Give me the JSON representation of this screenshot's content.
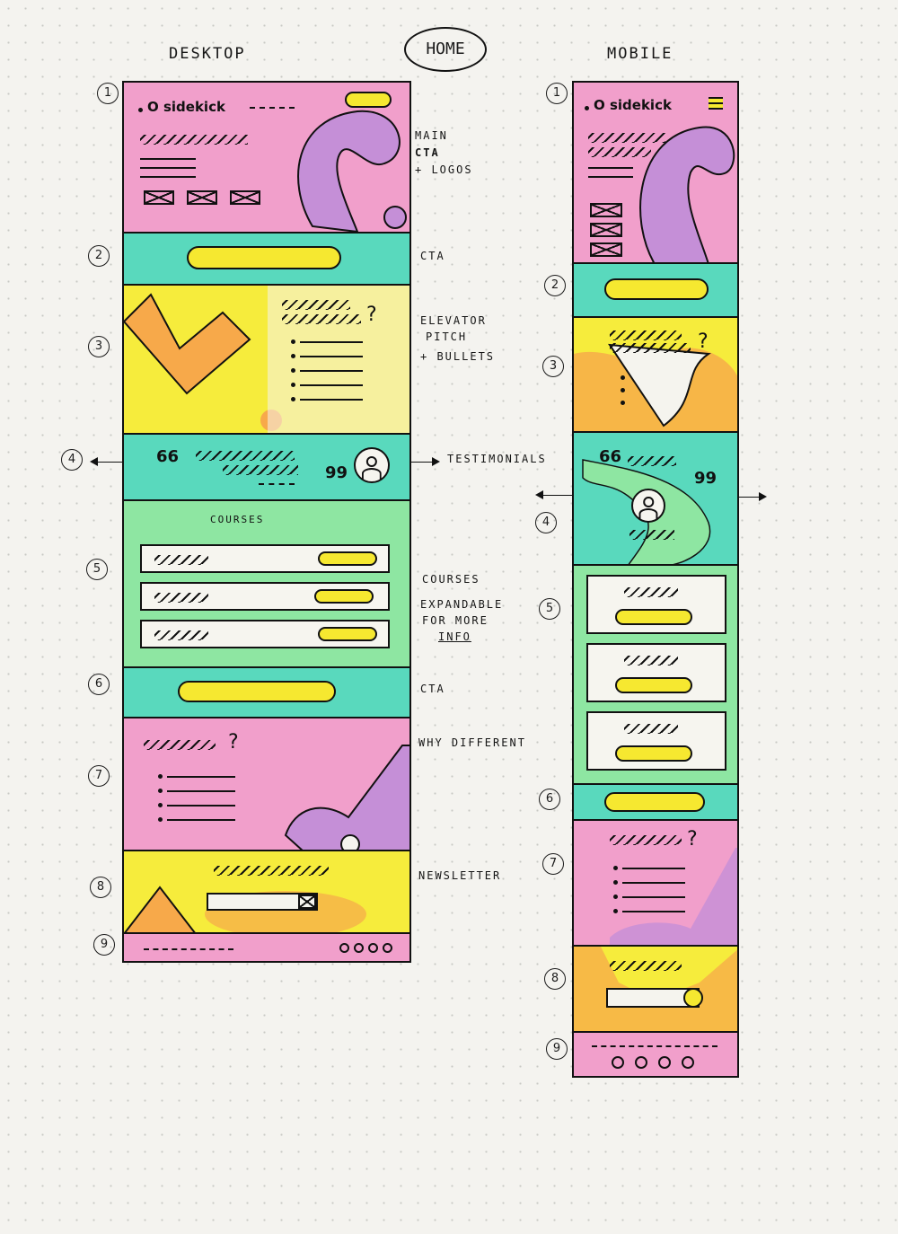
{
  "page": {
    "desktop_heading": "DESKTOP",
    "home_label": "HOME",
    "mobile_heading": "MOBILE"
  },
  "brand": {
    "desktop_logo": "O sidekick",
    "mobile_logo": "O sidekick"
  },
  "section_numbers": {
    "desktop": [
      "1",
      "2",
      "3",
      "4",
      "5",
      "6",
      "7",
      "8",
      "9"
    ],
    "mobile": [
      "1",
      "2",
      "3",
      "4",
      "5",
      "6",
      "7",
      "8",
      "9"
    ]
  },
  "notes": {
    "main": "MAIN",
    "cta_logos": "CTA",
    "logos": "+ LOGOS",
    "cta1": "CTA",
    "elevator": "ELEVATOR",
    "pitch": "PITCH",
    "bullets": "+ BULLETS",
    "testimonials": "TESTIMONIALS",
    "courses": "COURSES",
    "expandable": "EXPANDABLE",
    "for_more": "FOR MORE",
    "info": "INFO",
    "cta2": "CTA",
    "why_different": "WHY DIFFERENT",
    "newsletter": "NEWSLETTER"
  },
  "desktop": {
    "courses_title": "COURSES",
    "quote_open": "66",
    "quote_close": "99",
    "question_mark": "?"
  },
  "mobile": {
    "quote_open": "66",
    "quote_close": "99",
    "question_mark": "?"
  },
  "colors": {
    "pink": "#f19fcb",
    "teal": "#59d9bd",
    "yellow": "#f6ec3c",
    "green": "#8ee6a2",
    "orange": "#f7a94a",
    "purple": "#c58fd7"
  }
}
